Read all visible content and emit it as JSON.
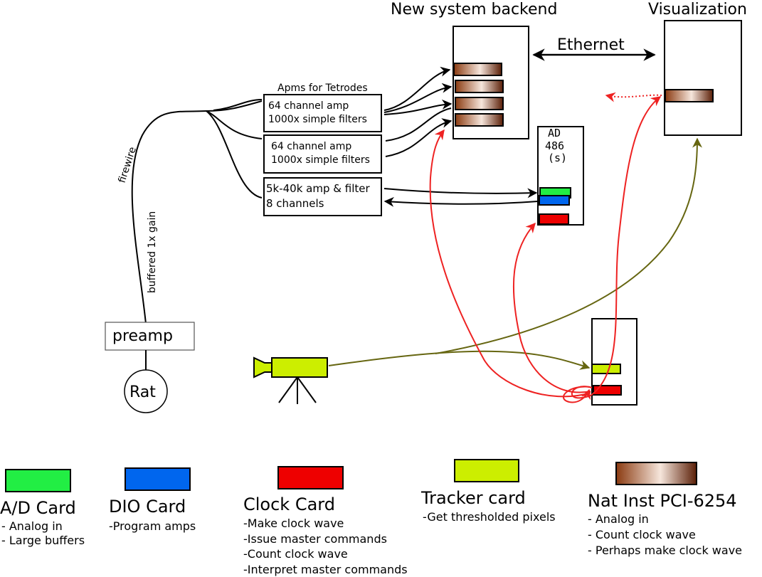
{
  "backend": {
    "title": "New system backend"
  },
  "visualization": {
    "title": "Visualization"
  },
  "ethernet": {
    "label": "Ethernet"
  },
  "amps": {
    "header": "Apms for Tetrodes",
    "amp1": {
      "line1": "64 channel  amp",
      "line2": "1000x simple filters"
    },
    "amp2": {
      "line1": "64 channel  amp",
      "line2": "1000x simple filters"
    },
    "amp3": {
      "line1": "5k-40k amp & filter",
      "line2": "8 channels"
    }
  },
  "ad486": {
    "line1": "AD",
    "line2": "486",
    "line3": "(s)"
  },
  "cable": {
    "firewire": "firewire",
    "buffered": "buffered 1x gain"
  },
  "preamp": {
    "label": "preamp"
  },
  "rat": {
    "label": "Rat"
  },
  "colors": {
    "ad_card": "#22ee44",
    "dio_card": "#0066ee",
    "clock_card": "#ee0000",
    "tracker_card": "#ccee00",
    "nat_inst_dark": "#8a3a10",
    "nat_inst_light": "#f6e6dc",
    "red_wire": "#ee2222",
    "olive_wire": "#666611"
  },
  "legend": {
    "ad_card": {
      "title": "A/D Card",
      "items": [
        "- Analog in",
        "- Large buffers"
      ]
    },
    "dio_card": {
      "title": "DIO Card",
      "items": [
        "-Program amps"
      ]
    },
    "clock_card": {
      "title": "Clock Card",
      "items": [
        "-Make clock wave",
        "-Issue master commands",
        "-Count clock wave",
        "-Interpret master commands"
      ]
    },
    "tracker_card": {
      "title": "Tracker card",
      "items": [
        "-Get thresholded pixels"
      ]
    },
    "nat_inst": {
      "title": "Nat Inst PCI-6254",
      "items": [
        "- Analog in",
        "- Count clock wave",
        "- Perhaps make clock wave"
      ]
    }
  }
}
